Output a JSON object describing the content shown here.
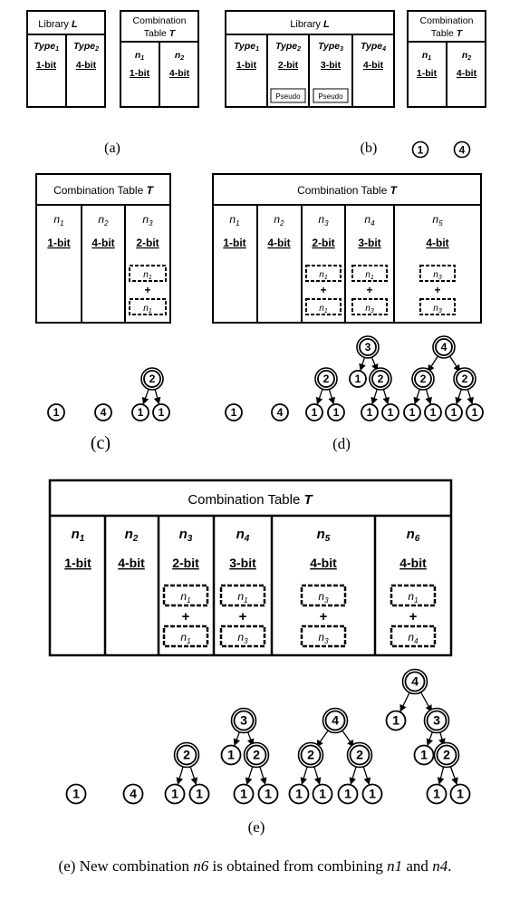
{
  "panel_a": {
    "library": {
      "title": "Library",
      "title_var": "L",
      "types": [
        {
          "name": "Type",
          "sub": "1",
          "bits": "1-bit"
        },
        {
          "name": "Type",
          "sub": "2",
          "bits": "4-bit"
        }
      ]
    },
    "table": {
      "title_line1": "Combination",
      "title_line2": "Table",
      "title_var": "T",
      "cols": [
        {
          "n": "n",
          "sub": "1",
          "bits": "1-bit"
        },
        {
          "n": "n",
          "sub": "2",
          "bits": "4-bit"
        }
      ]
    },
    "label": "(a)"
  },
  "panel_b": {
    "library": {
      "title": "Library",
      "title_var": "L",
      "types": [
        {
          "name": "Type",
          "sub": "1",
          "bits": "1-bit",
          "pseudo": ""
        },
        {
          "name": "Type",
          "sub": "2",
          "bits": "2-bit",
          "pseudo": "Pseudo"
        },
        {
          "name": "Type",
          "sub": "3",
          "bits": "3-bit",
          "pseudo": "Pseudo"
        },
        {
          "name": "Type",
          "sub": "4",
          "bits": "4-bit",
          "pseudo": ""
        }
      ]
    },
    "table": {
      "title_line1": "Combination",
      "title_line2": "Table",
      "title_var": "T",
      "cols": [
        {
          "n": "n",
          "sub": "1",
          "bits": "1-bit"
        },
        {
          "n": "n",
          "sub": "2",
          "bits": "4-bit"
        }
      ]
    },
    "label": "(b)",
    "nodes": [
      "1",
      "4"
    ]
  },
  "panel_c": {
    "title": "Combination Table",
    "title_var": "T",
    "cols": [
      {
        "n": "n",
        "sub": "1",
        "bits": "1-bit",
        "ops": []
      },
      {
        "n": "n",
        "sub": "2",
        "bits": "4-bit",
        "ops": []
      },
      {
        "n": "n",
        "sub": "3",
        "bits": "2-bit",
        "ops": [
          "1",
          "1"
        ]
      }
    ],
    "label": "(c)",
    "node_labels": [
      "1",
      "4",
      "2",
      "1",
      "1"
    ]
  },
  "panel_d": {
    "title": "Combination Table",
    "title_var": "T",
    "cols": [
      {
        "n": "n",
        "sub": "1",
        "bits": "1-bit",
        "ops": []
      },
      {
        "n": "n",
        "sub": "2",
        "bits": "4-bit",
        "ops": []
      },
      {
        "n": "n",
        "sub": "3",
        "bits": "2-bit",
        "ops": [
          "1",
          "1"
        ]
      },
      {
        "n": "n",
        "sub": "4",
        "bits": "3-bit",
        "ops": [
          "1",
          "3"
        ]
      },
      {
        "n": "n",
        "sub": "5",
        "bits": "4-bit",
        "ops": [
          "3",
          "3"
        ]
      }
    ],
    "label": "(d)",
    "node_labels": [
      "1",
      "4",
      "2",
      "1",
      "1",
      "3",
      "1",
      "2",
      "1",
      "1",
      "4",
      "2",
      "2",
      "1",
      "1",
      "1",
      "1"
    ]
  },
  "panel_e": {
    "title": "Combination Table",
    "title_var": "T",
    "cols": [
      {
        "n": "n",
        "sub": "1",
        "bits": "1-bit",
        "ops": []
      },
      {
        "n": "n",
        "sub": "2",
        "bits": "4-bit",
        "ops": []
      },
      {
        "n": "n",
        "sub": "3",
        "bits": "2-bit",
        "ops": [
          "1",
          "1"
        ]
      },
      {
        "n": "n",
        "sub": "4",
        "bits": "3-bit",
        "ops": [
          "1",
          "3"
        ]
      },
      {
        "n": "n",
        "sub": "5",
        "bits": "4-bit",
        "ops": [
          "3",
          "3"
        ]
      },
      {
        "n": "n",
        "sub": "6",
        "bits": "4-bit",
        "ops": [
          "1",
          "4"
        ]
      }
    ],
    "label": "(e)",
    "node_labels": [
      "1",
      "4",
      "2",
      "1",
      "1",
      "3",
      "1",
      "2",
      "1",
      "1",
      "4",
      "2",
      "2",
      "1",
      "1",
      "1",
      "1",
      "4",
      "1",
      "3",
      "1",
      "2",
      "1",
      "1"
    ]
  },
  "op_plus": "+",
  "caption": {
    "prefix": "(e) New combination ",
    "v1": "n6",
    "mid1": " is obtained from combining ",
    "v2": "n1",
    "mid2": " and ",
    "v3": "n4",
    "suffix": "."
  }
}
